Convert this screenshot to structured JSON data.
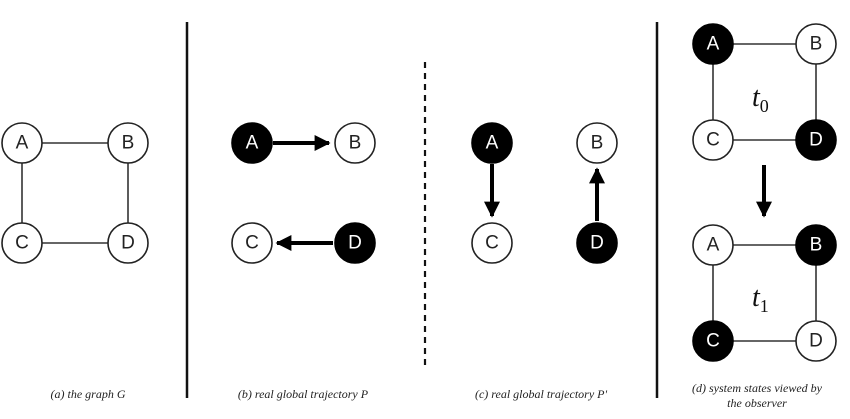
{
  "nodes": {
    "a": "A",
    "b": "B",
    "c": "C",
    "d": "D"
  },
  "captions": {
    "a": "(a) the graph G",
    "b": "(b) real global trajectory P",
    "c": "(c) real global trajectory P'",
    "d_line1": "(d) system states viewed by",
    "d_line2": "the observer"
  },
  "time_labels": {
    "t0_var": "t",
    "t0_sub": "0",
    "t1_var": "t",
    "t1_sub": "1"
  },
  "colors": {
    "filled": "#000000",
    "empty": "#ffffff",
    "stroke": "#222222"
  }
}
